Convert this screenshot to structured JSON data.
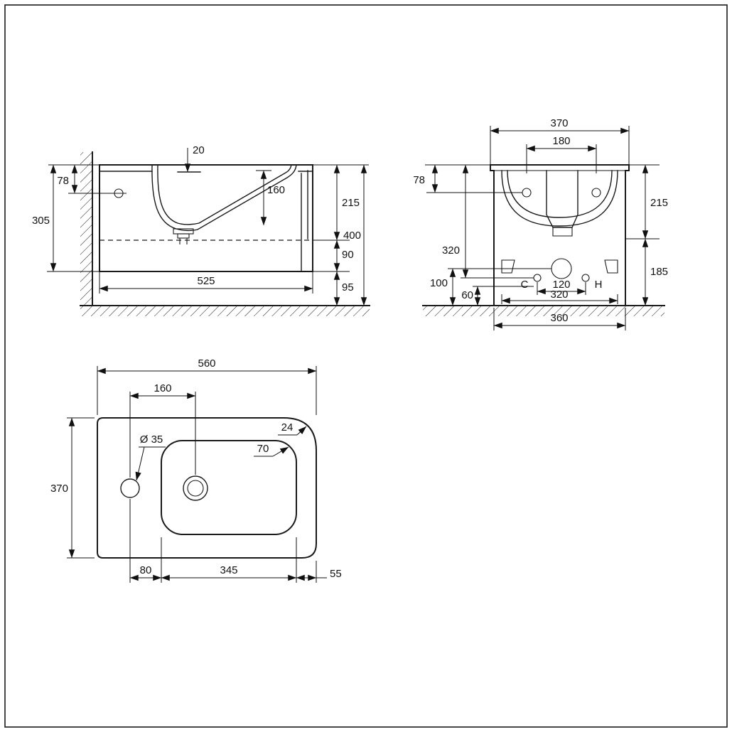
{
  "drawing": {
    "kind": "sanitary-ware dimension drawing",
    "line_color": "#1a1a1a",
    "background": "#ffffff",
    "views": {
      "side": {
        "dims": {
          "rim_offset": "20",
          "hole_from_top": "78",
          "front_height": "305",
          "basin_depth": "160",
          "upper_height": "215",
          "overall_height": "400",
          "skirt_height": "90",
          "floor_clearance": "95",
          "overall_depth": "525"
        }
      },
      "front": {
        "dims": {
          "overall_width": "370",
          "hole_spacing": "180",
          "hole_from_top": "78",
          "supply_from_top": "320",
          "upper_height": "215",
          "lower_height": "185",
          "waste_height": "100",
          "supply_height": "60",
          "cold_label": "C",
          "supply_spacing": "120",
          "hot_label": "H",
          "inner_width": "320",
          "base_width": "360"
        }
      },
      "plan": {
        "dims": {
          "overall_width": "560",
          "tap_to_waste": "160",
          "tap_hole_diameter": "Ø 35",
          "outer_corner_radius": "24",
          "bowl_corner_radius": "70",
          "overall_depth": "370",
          "tap_to_bowl": "80",
          "bowl_width": "345",
          "bowl_to_edge": "55"
        }
      }
    }
  }
}
